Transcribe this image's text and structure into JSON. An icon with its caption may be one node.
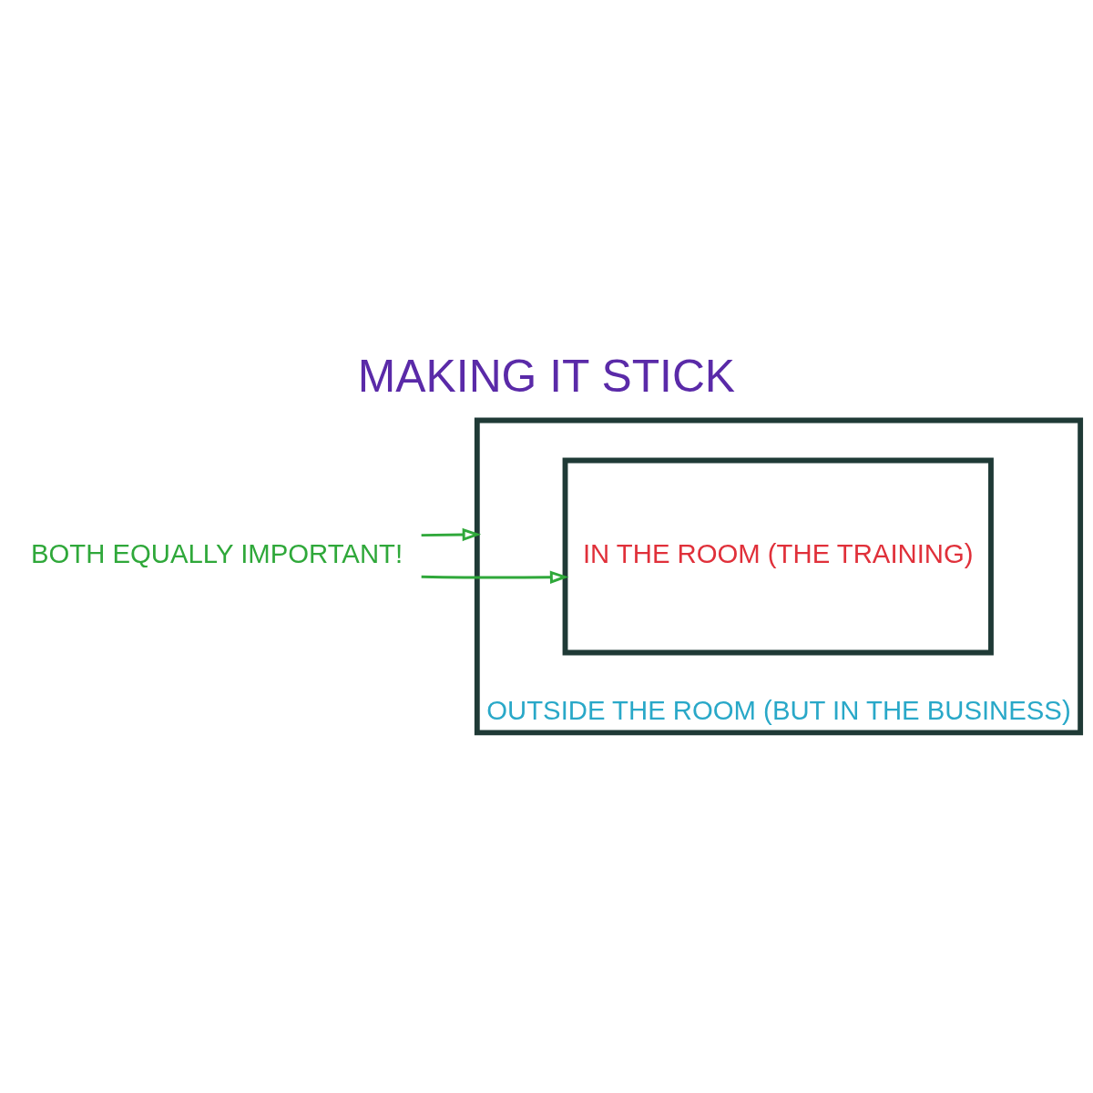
{
  "diagram": {
    "title": "MAKING IT STICK",
    "nodes": [
      {
        "text": [
          "OUTSIDE THE ROOM (BUT IN THE BUSINESS)"
        ]
      },
      {
        "text": [
          "IN THE ROOM (THE TRAINING)"
        ],
        "in": 0
      },
      {
        "text": [
          "BOTH EQUALLY IMPORTANT!"
        ]
      }
    ],
    "edges": [
      {
        "from": 2,
        "to": 1,
        "arrow": "to"
      },
      {
        "from": 2,
        "to": 0,
        "arrow": "to"
      }
    ]
  }
}
